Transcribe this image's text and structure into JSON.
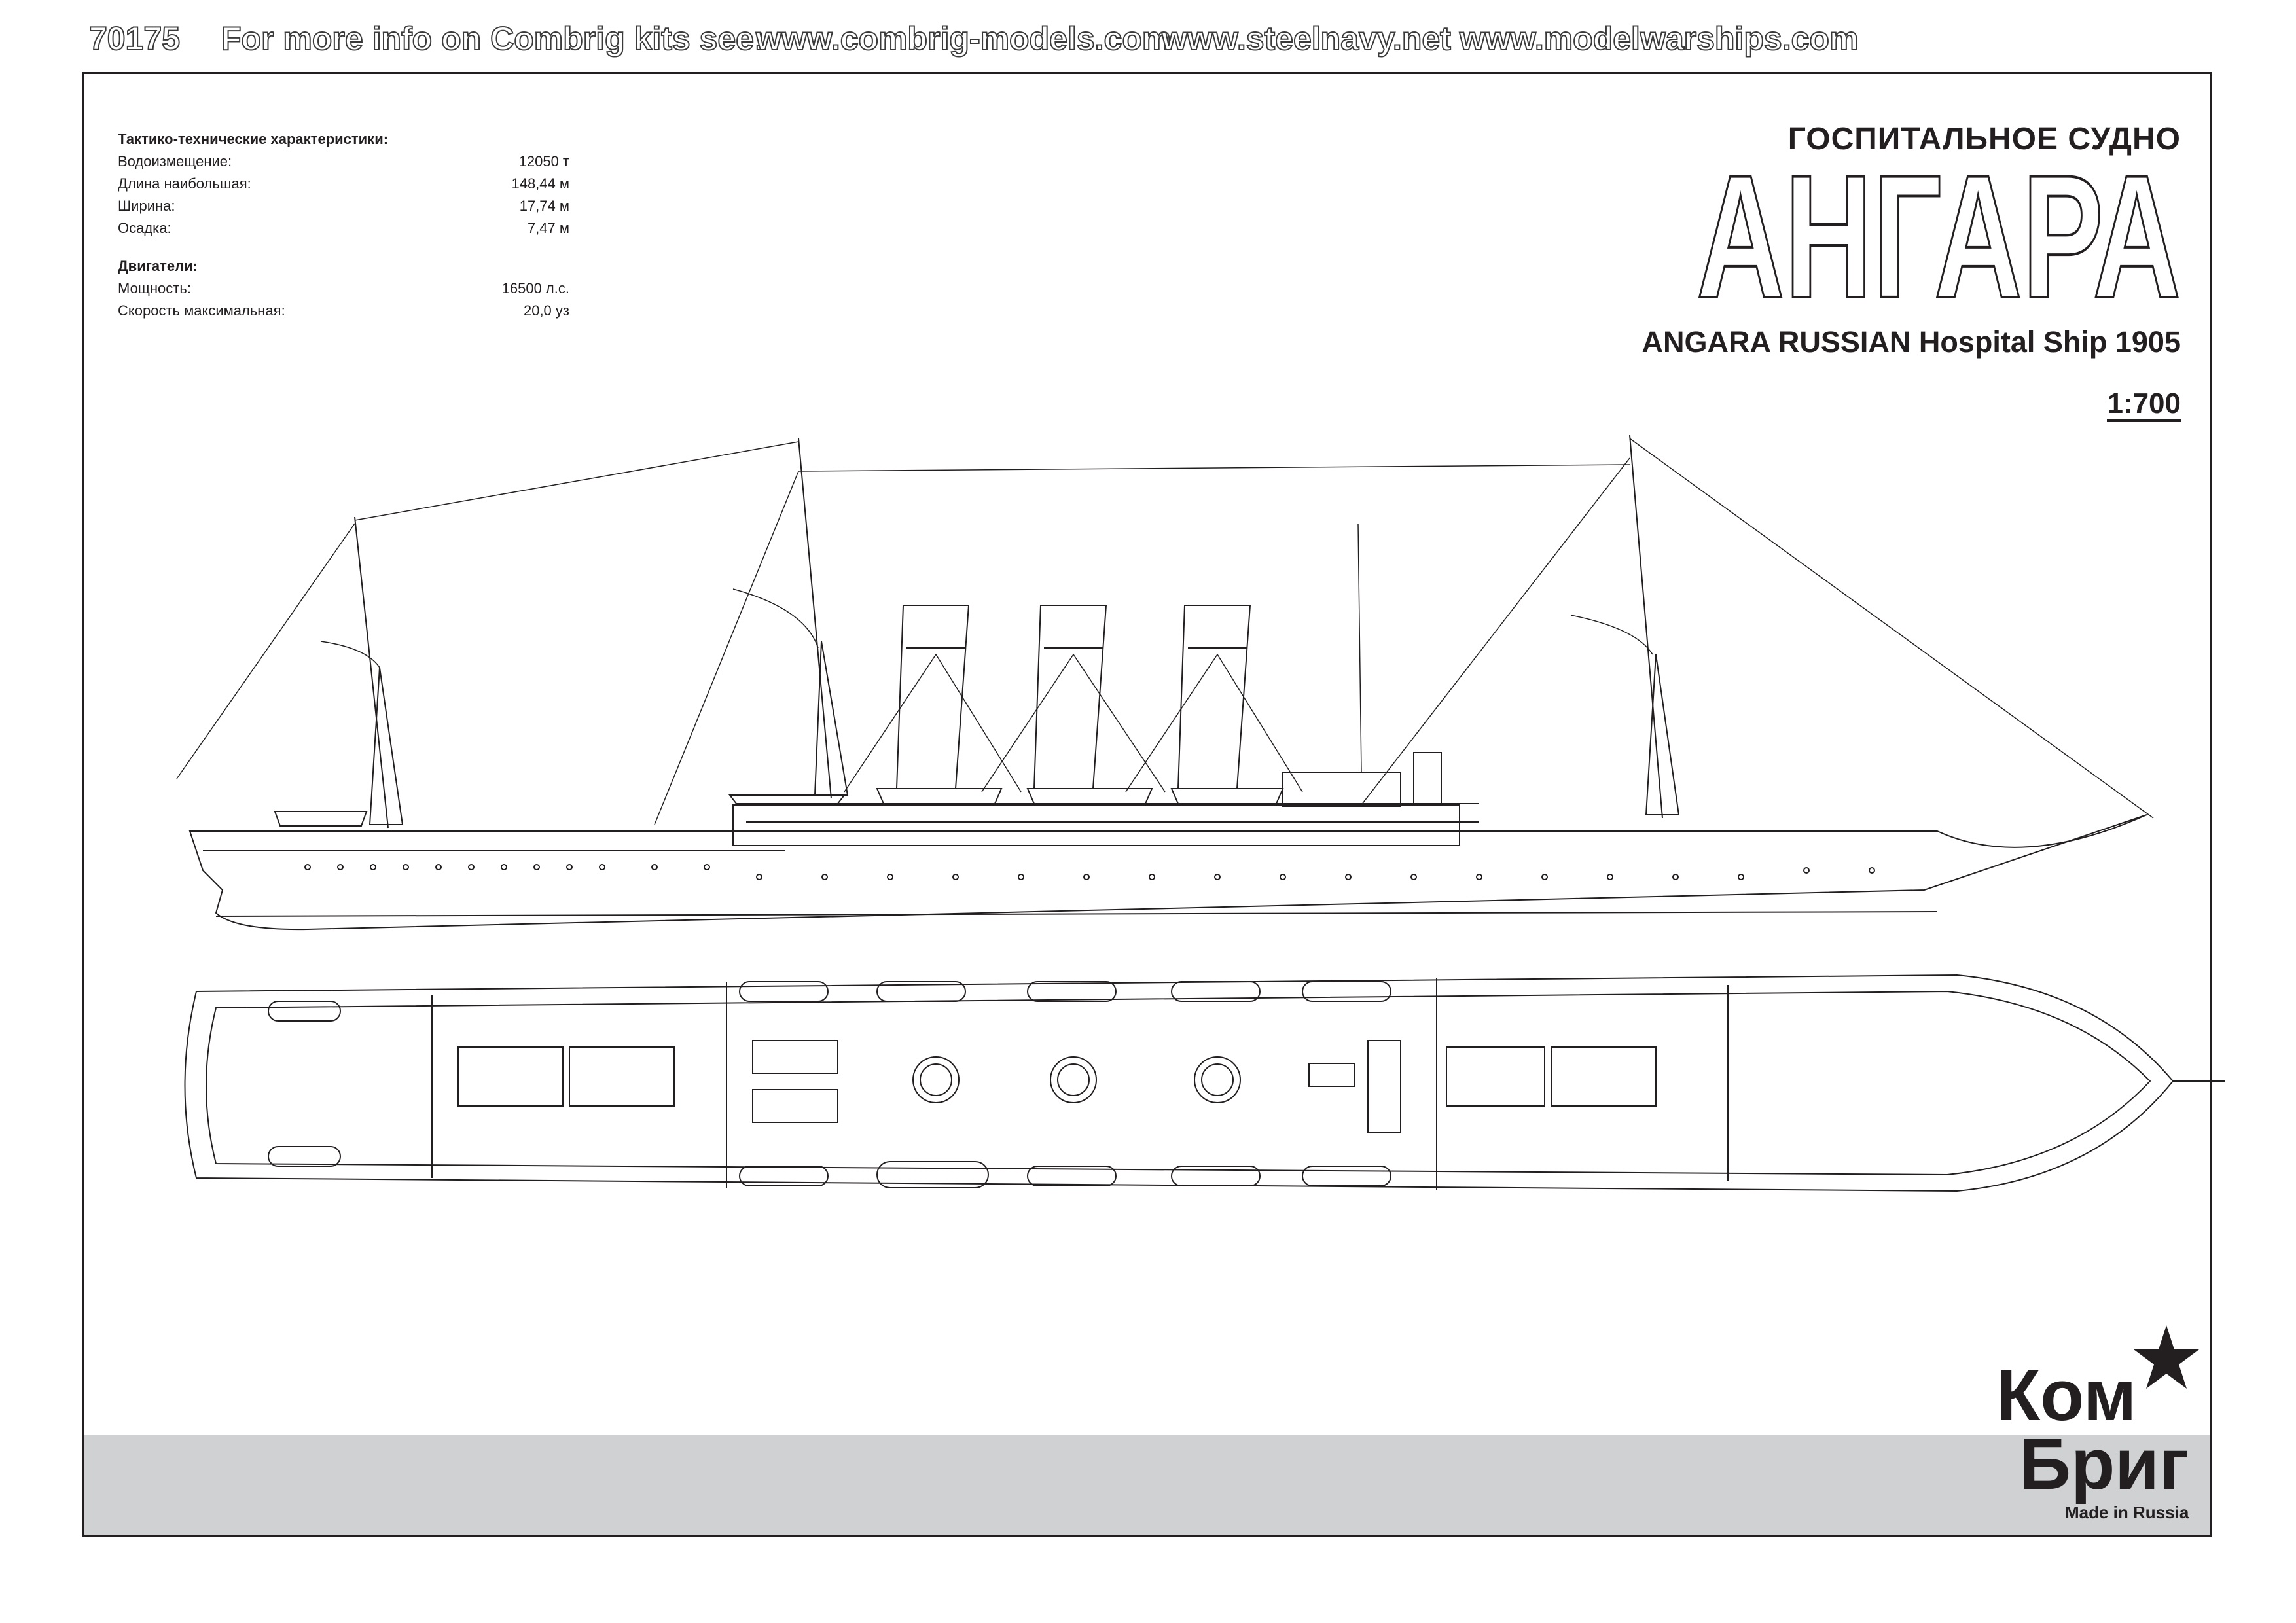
{
  "specs": {
    "header1": "Тактико-технические характеристики:",
    "rows1": [
      {
        "label": "Водоизмещение:",
        "value": "12050 т"
      },
      {
        "label": "Длина наибольшая:",
        "value": "148,44 м"
      },
      {
        "label": "Ширина:",
        "value": "17,74 м"
      },
      {
        "label": "Осадка:",
        "value": "7,47 м"
      }
    ],
    "header2": "Двигатели:",
    "rows2": [
      {
        "label": "Мощность:",
        "value": "16500 л.с."
      },
      {
        "label": "Скорость максимальная:",
        "value": "20,0 уз"
      }
    ]
  },
  "title": {
    "type_ru": "ГОСПИТАЛЬНОЕ СУДНО",
    "name_ru": "АНГАРА",
    "name_en": "ANGARA RUSSIAN Hospital Ship 1905",
    "scale": "1:700"
  },
  "footer": {
    "kit_number": "70175",
    "info": "For more info on Combrig kits see:",
    "site1": "www.combrig-models.com",
    "site2": "www.steelnavy.net",
    "site3": "www.modelwarships.com"
  },
  "logo": {
    "line1": "Ком",
    "line2": "Бриг",
    "made_in": "Made in Russia"
  }
}
